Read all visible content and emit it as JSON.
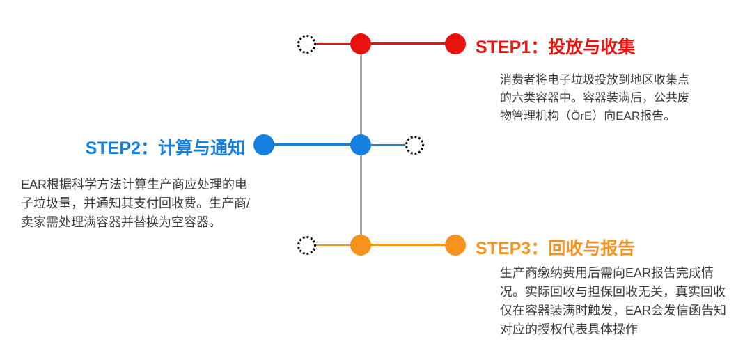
{
  "diagram": {
    "type": "process-timeline",
    "background": "#FFFFFF",
    "spine_color": "#ABABAB",
    "text_color": "#3C3C3C",
    "steps": [
      {
        "label": "STEP1：投放与收集",
        "color": "#E8120E",
        "side": "right",
        "desc_lines": [
          "消费者将电子垃圾投放到地区收集点",
          "的六类容器中。容器装满后，公共废",
          "物管理机构（ÖrE）向EAR报告。"
        ]
      },
      {
        "label": "STEP2：计算与通知",
        "color": "#1680E0",
        "side": "left",
        "desc_lines": [
          "EAR根据科学方法计算生产商应处理的电",
          "子垃圾量，并通知其支付回收费。生产商/",
          "卖家需处理满容器并替换为空容器。"
        ]
      },
      {
        "label": "STEP3：回收与报告",
        "color": "#F6921E",
        "side": "right",
        "desc_lines": [
          "生产商缴纳费用后需向EAR报告完成情",
          "况。实际回收与担保回收无关，真实回收",
          "仅在容器装满时触发，EAR会发信函告知",
          "对应的授权代表具体操作"
        ]
      }
    ]
  }
}
